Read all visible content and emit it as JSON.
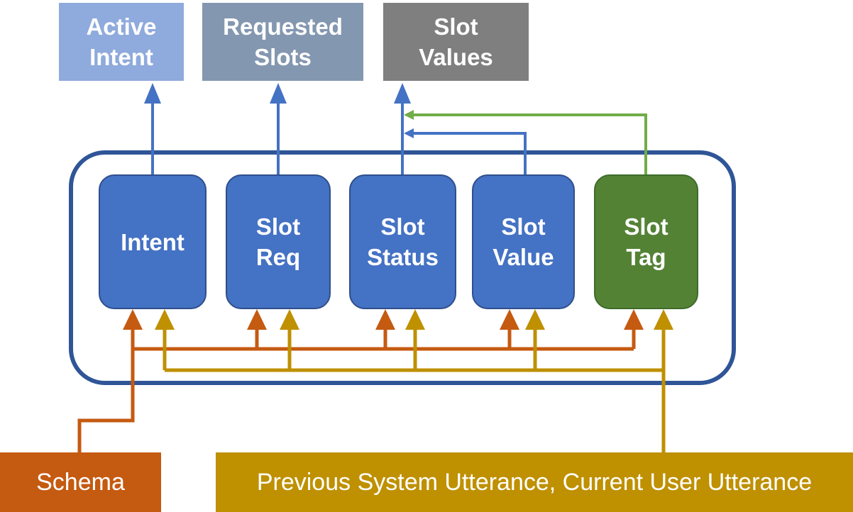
{
  "outputs": {
    "active_intent": {
      "line1": "Active",
      "line2": "Intent",
      "color": "#8faadc"
    },
    "requested_slots": {
      "line1": "Requested",
      "line2": "Slots",
      "color": "#8497b0"
    },
    "slot_values": {
      "line1": "Slot",
      "line2": "Values",
      "color": "#7f7f7f"
    }
  },
  "modules": {
    "intent": {
      "line1": "Intent",
      "color": "#4472c4"
    },
    "slot_req": {
      "line1": "Slot",
      "line2": "Req",
      "color": "#4472c4"
    },
    "slot_status": {
      "line1": "Slot",
      "line2": "Status",
      "color": "#4472c4"
    },
    "slot_value": {
      "line1": "Slot",
      "line2": "Value",
      "color": "#4472c4"
    },
    "slot_tag": {
      "line1": "Slot",
      "line2": "Tag",
      "color": "#548235"
    }
  },
  "inputs": {
    "schema": {
      "label": "Schema",
      "color": "#c55a11"
    },
    "utterance": {
      "label": "Previous System Utterance, Current User Utterance",
      "color": "#bf9000"
    }
  },
  "colors": {
    "container_border": "#2f5597",
    "arrow_blue": "#4472c4",
    "arrow_green": "#70ad47",
    "arrow_orange": "#c55a11",
    "arrow_gold": "#bf9000"
  }
}
